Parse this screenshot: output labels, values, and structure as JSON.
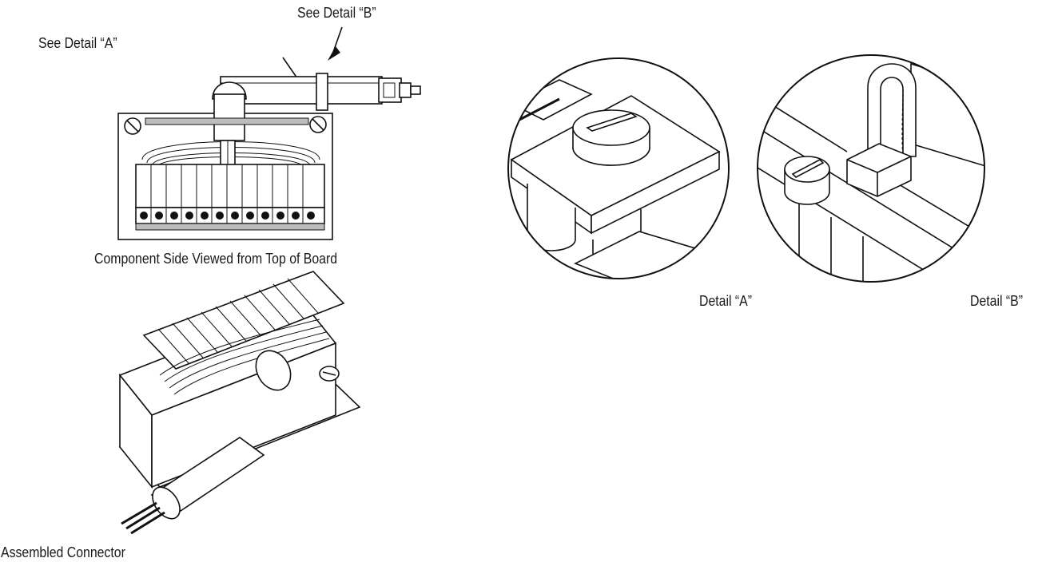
{
  "labels": {
    "see_detail_a": "See Detail “A”",
    "see_detail_b": "See Detail “B”",
    "component_side": "Component Side Viewed from Top of Board",
    "assembled_connector": "Assembled Connector",
    "detail_a": "Detail “A”",
    "detail_b": "Detail “B”"
  }
}
